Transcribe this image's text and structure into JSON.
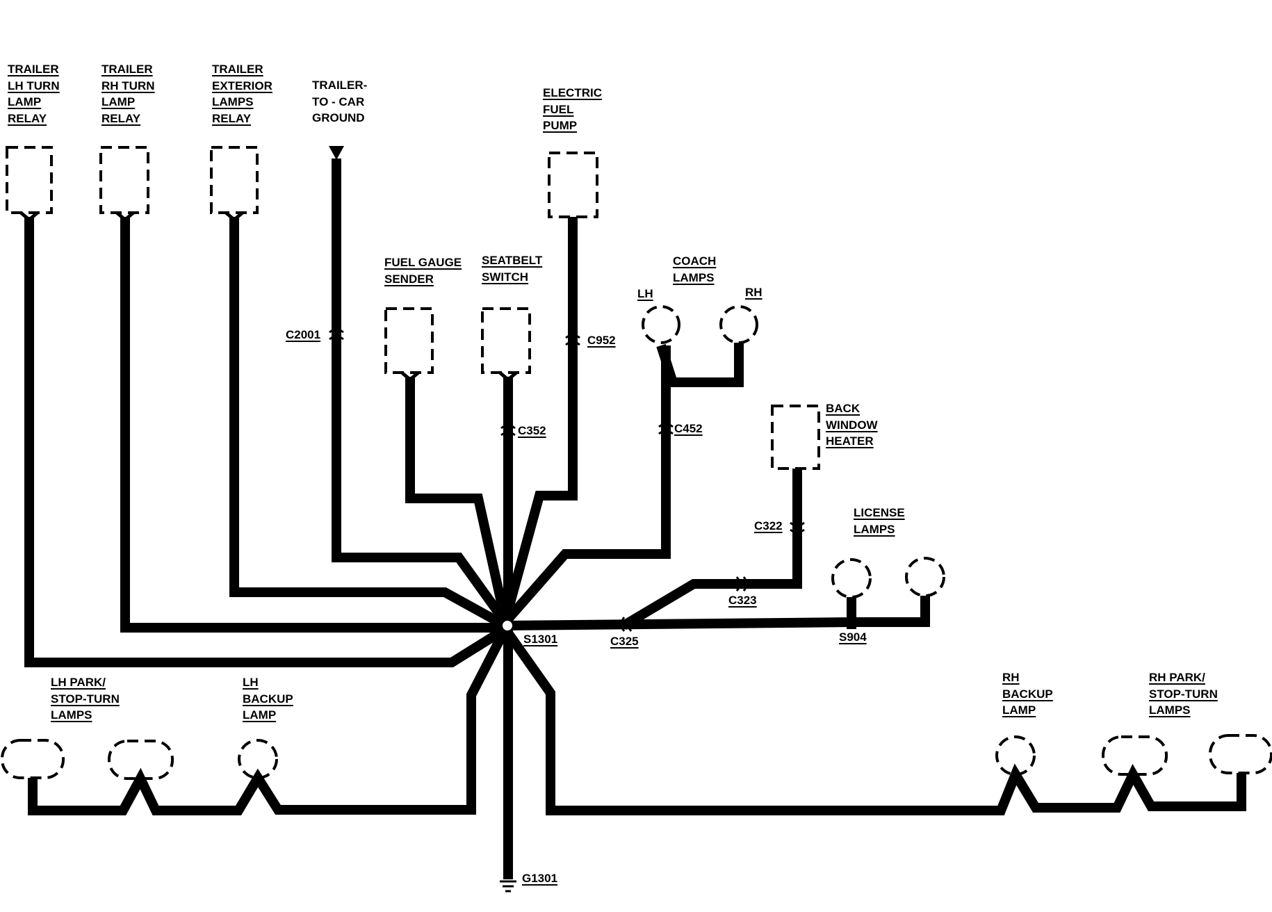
{
  "components": {
    "trailer_lh_turn_relay": {
      "label": [
        "TRAILER",
        "LH TURN",
        "LAMP",
        "RELAY"
      ]
    },
    "trailer_rh_turn_relay": {
      "label": [
        "TRAILER",
        "RH TURN",
        "LAMP",
        "RELAY"
      ]
    },
    "trailer_exterior_lamps_relay": {
      "label": [
        "TRAILER",
        "EXTERIOR",
        "LAMPS",
        "RELAY"
      ]
    },
    "trailer_to_car_ground": {
      "label": [
        "TRAILER-",
        "TO - CAR",
        "GROUND"
      ]
    },
    "electric_fuel_pump": {
      "label": [
        "ELECTRIC",
        "FUEL",
        "PUMP"
      ]
    },
    "fuel_gauge_sender": {
      "label": [
        "FUEL GAUGE",
        "SENDER"
      ]
    },
    "seatbelt_switch": {
      "label": [
        "SEATBELT",
        "SWITCH"
      ]
    },
    "coach_lamps": {
      "label": [
        "COACH",
        "LAMPS"
      ],
      "lh": "LH",
      "rh": "RH"
    },
    "back_window_heater": {
      "label": [
        "BACK",
        "WINDOW",
        "HEATER"
      ]
    },
    "license_lamps": {
      "label": [
        "LICENSE",
        "LAMPS"
      ]
    },
    "lh_park_stop_turn_lamps": {
      "label": [
        "LH PARK/",
        "STOP-TURN",
        "LAMPS"
      ]
    },
    "lh_backup_lamp": {
      "label": [
        "LH",
        "BACKUP",
        "LAMP"
      ]
    },
    "rh_backup_lamp": {
      "label": [
        "RH",
        "BACKUP",
        "LAMP"
      ]
    },
    "rh_park_stop_turn_lamps": {
      "label": [
        "RH PARK/",
        "STOP-TURN",
        "LAMPS"
      ]
    }
  },
  "connectors": {
    "c2001": "C2001",
    "c952": "C952",
    "c352": "C352",
    "c452": "C452",
    "c322": "C322",
    "c323": "C323",
    "c325": "C325"
  },
  "splices": {
    "s1301": "S1301",
    "s904": "S904"
  },
  "grounds": {
    "g1301": "G1301"
  }
}
